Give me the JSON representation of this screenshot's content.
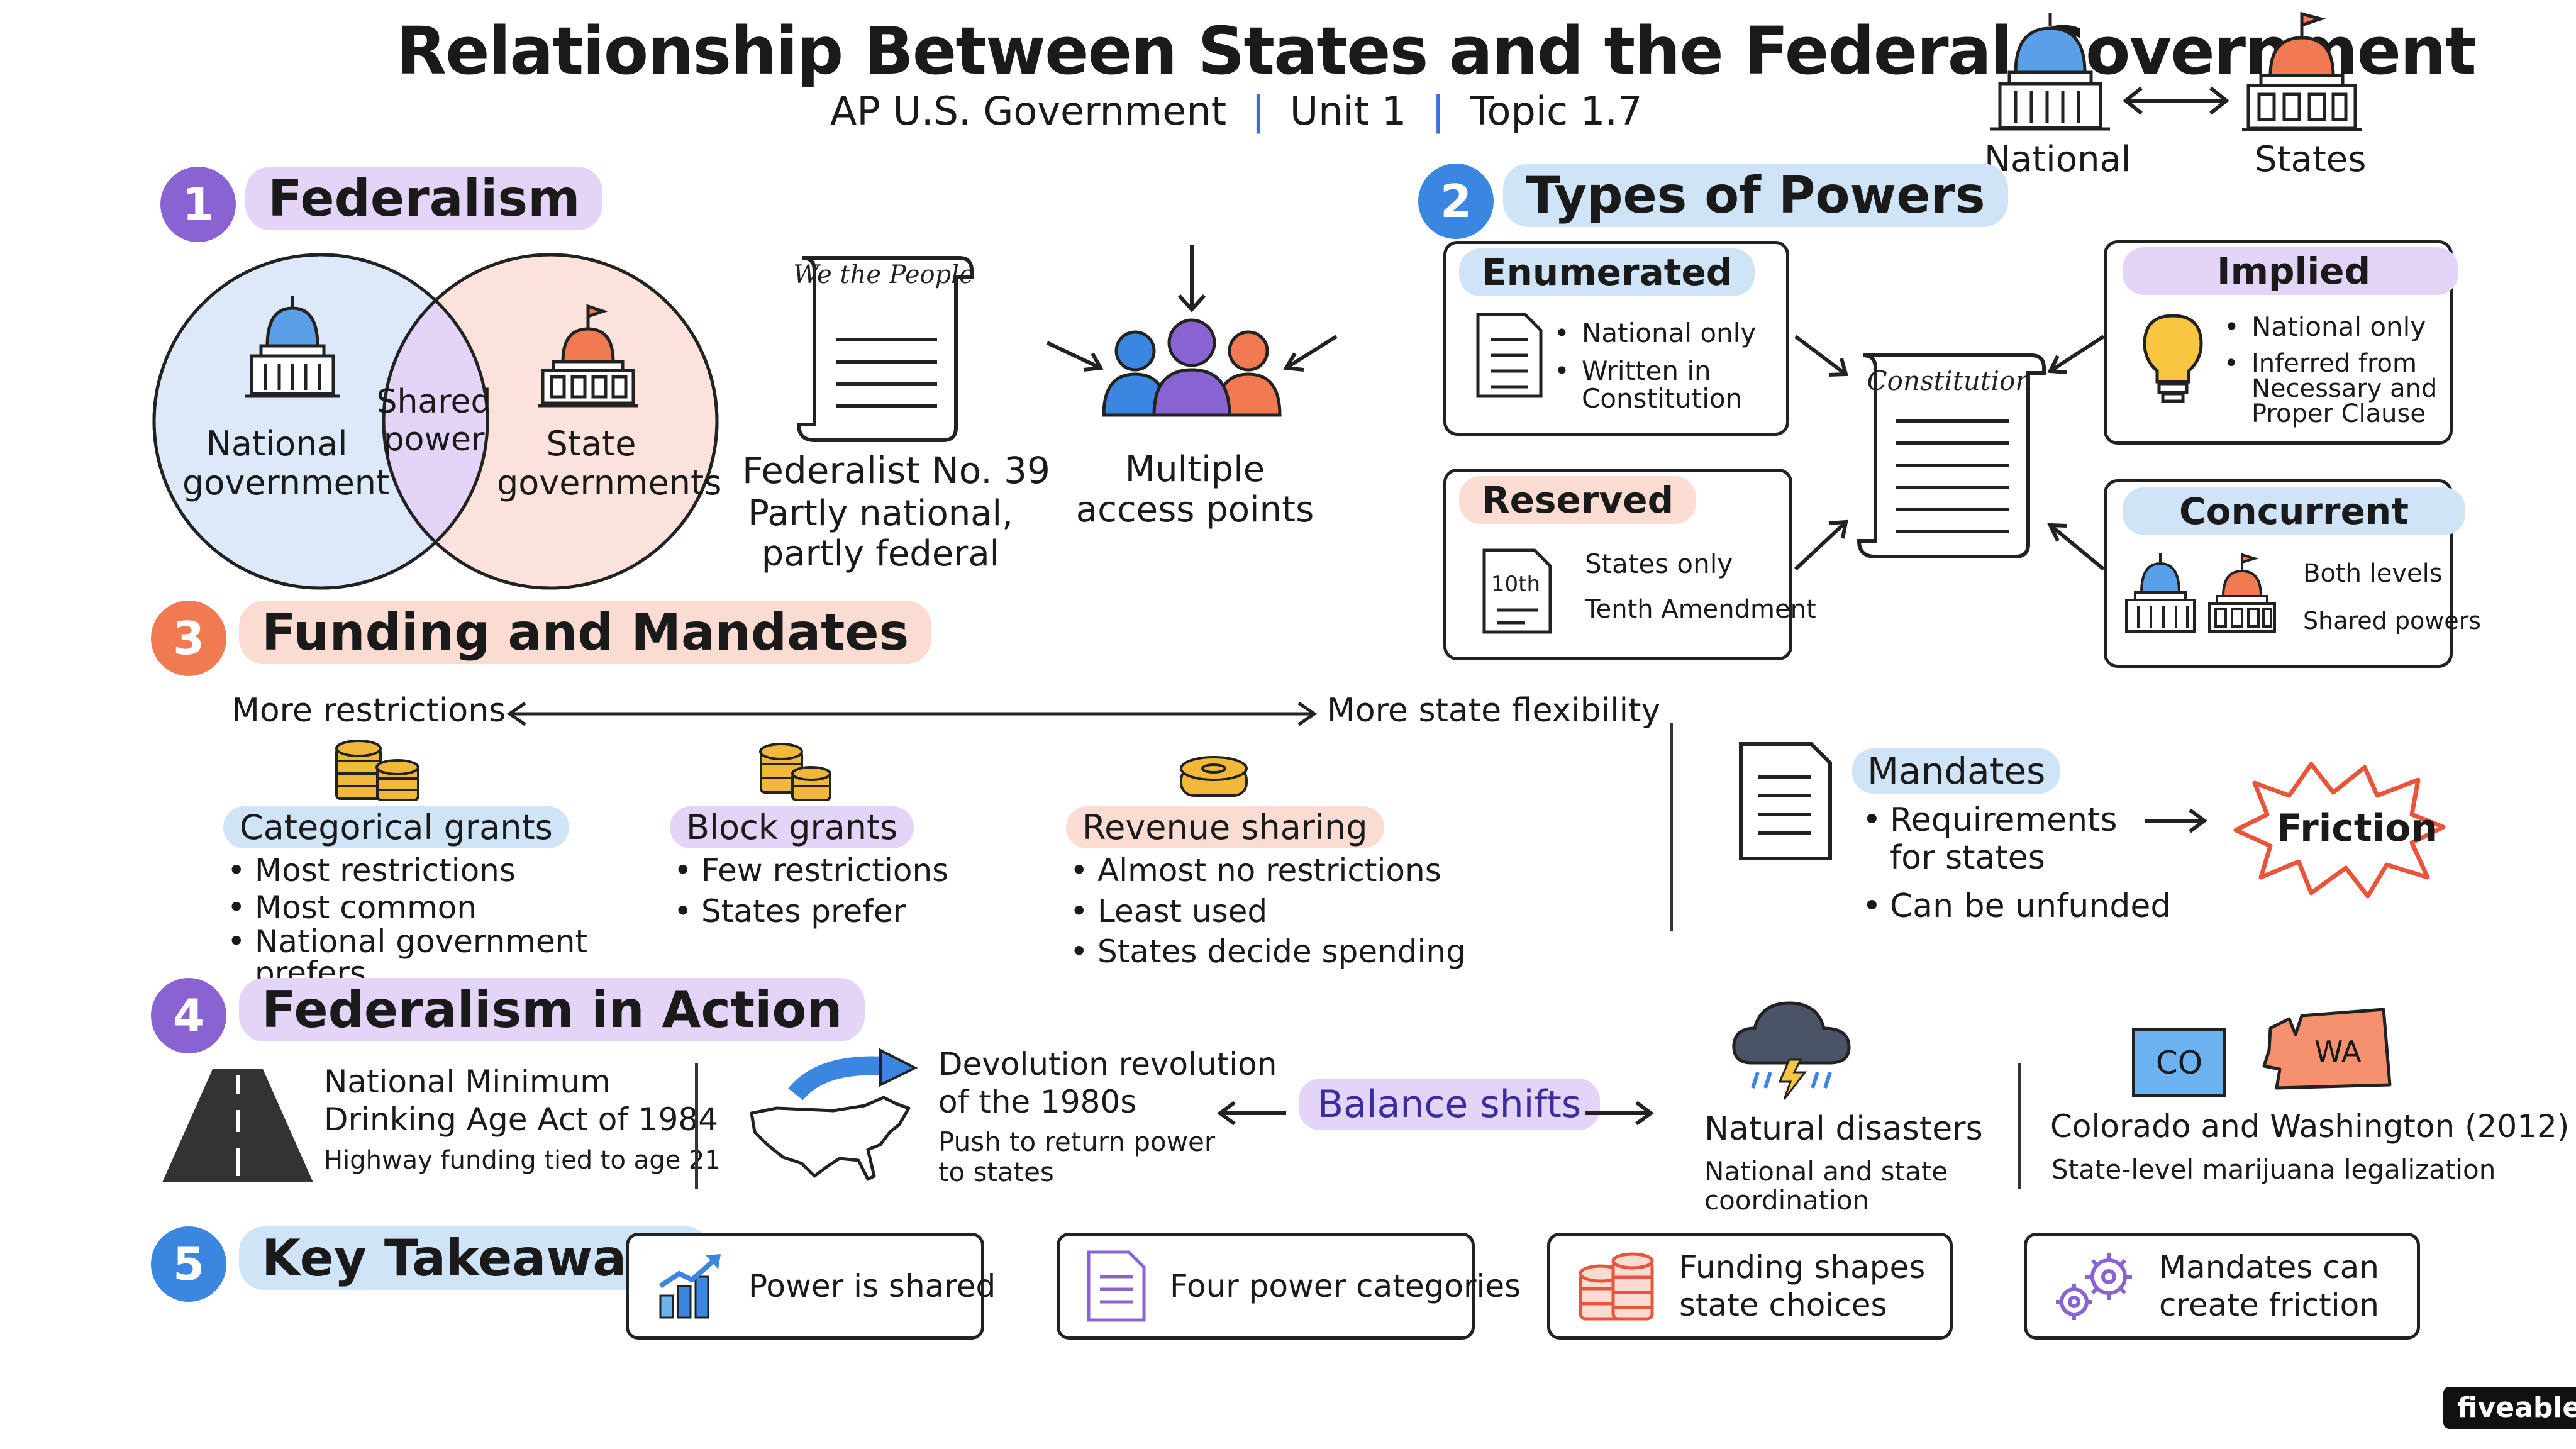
{
  "header": {
    "title": "Relationship Between States and the Federal Government",
    "subtitle_course": "AP U.S. Government",
    "subtitle_unit": "Unit 1",
    "subtitle_topic": "Topic 1.7",
    "separator": "|",
    "national_label": "National",
    "states_label": "States"
  },
  "sections": {
    "s1": {
      "num": "1",
      "title": "Federalism"
    },
    "s2": {
      "num": "2",
      "title": "Types of Powers"
    },
    "s3": {
      "num": "3",
      "title": "Funding and Mandates"
    },
    "s4": {
      "num": "4",
      "title": "Federalism in Action"
    },
    "s5": {
      "num": "5",
      "title": "Key Takeaways"
    }
  },
  "federalism": {
    "venn_left": "National\ngovernment",
    "venn_shared": "Shared\npower",
    "venn_right": "State\ngovernments",
    "scroll_text": "We the People",
    "fed39_title": "Federalist No. 39",
    "fed39_desc": "Partly national,\npartly federal",
    "access_label": "Multiple\naccess points"
  },
  "powers": {
    "enumerated": {
      "title": "Enumerated",
      "items": [
        "National only",
        "Written in\nConstitution"
      ]
    },
    "reserved": {
      "title": "Reserved",
      "badge": "10th",
      "items": [
        "States only",
        "Tenth Amendment"
      ]
    },
    "implied": {
      "title": "Implied",
      "items": [
        "National only",
        "Inferred from\nNecessary and\nProper Clause"
      ]
    },
    "concurrent": {
      "title": "Concurrent",
      "items": [
        "Both levels",
        "Shared powers"
      ]
    },
    "constitution": "Constitution"
  },
  "funding": {
    "left_label": "More restrictions",
    "right_label": "More state flexibility",
    "categorical": {
      "title": "Categorical grants",
      "items": [
        "Most restrictions",
        "Most common",
        "National government\nprefers"
      ]
    },
    "block": {
      "title": "Block grants",
      "items": [
        "Few restrictions",
        "States prefer"
      ]
    },
    "revenue": {
      "title": "Revenue sharing",
      "items": [
        "Almost no restrictions",
        "Least used",
        "States decide spending"
      ]
    },
    "mandates": {
      "title": "Mandates",
      "items": [
        "Requirements\nfor states",
        "Can be unfunded"
      ]
    },
    "friction": "Friction"
  },
  "action": {
    "drinking_title": "National Minimum\nDrinking Age Act of 1984",
    "drinking_desc": "Highway funding tied to age 21",
    "devolution_title": "Devolution revolution\nof the 1980s",
    "devolution_desc": "Push to return power\nto states",
    "balance": "Balance shifts",
    "disasters_title": "Natural disasters",
    "disasters_desc": "National and state\ncoordination",
    "co_label": "CO",
    "wa_label": "WA",
    "cowa_title": "Colorado and Washington (2012)",
    "cowa_desc": "State-level marijuana legalization"
  },
  "takeaways": [
    {
      "text": "Power is shared",
      "icon": "chart-up-icon"
    },
    {
      "text": "Four power categories",
      "icon": "document-icon"
    },
    {
      "text": "Funding shapes\nstate choices",
      "icon": "coins-icon"
    },
    {
      "text": "Mandates can\ncreate friction",
      "icon": "gears-icon"
    }
  ],
  "brand": "fiveable",
  "colors": {
    "purple": "#8a63d2",
    "blue": "#3a86e0",
    "orange": "#f07a52",
    "lavender": "#e4d4f7",
    "lightblue": "#cfe4f7",
    "peach": "#fbdcd2"
  }
}
